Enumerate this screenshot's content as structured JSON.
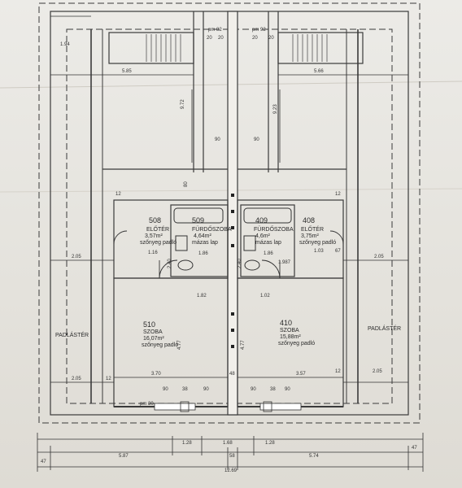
{
  "rooms": {
    "r508": {
      "number": "508",
      "name": "ELŐTÉR",
      "area": "3,57m²",
      "floor": "szőnyeg padló"
    },
    "r509": {
      "number": "509",
      "name": "FÜRDŐSZOBA",
      "area": "4,64m²",
      "floor": "mázas lap"
    },
    "r409": {
      "number": "409",
      "name": "FÜRDŐSZOBA",
      "area": "4,6m²",
      "floor": "mázas lap"
    },
    "r408": {
      "number": "408",
      "name": "ELŐTÉR",
      "area": "3,75m²",
      "floor": "szőnyeg padló"
    },
    "r510": {
      "number": "510",
      "name": "SZOBA",
      "area": "16,07m²",
      "floor": "szőnyeg padló"
    },
    "r410": {
      "number": "410",
      "name": "SZOBA",
      "area": "15,88m²",
      "floor": "szőnyeg padló"
    },
    "attic_left": {
      "name": "PADLÁSTÉR"
    },
    "attic_right": {
      "name": "PADLÁSTÉR"
    }
  },
  "dimensions": {
    "d_194": "1.94",
    "d_585": "5.85",
    "d_566": "5.66",
    "d_972": "9.72",
    "d_923": "9.23",
    "d_90a": "90",
    "d_90b": "90",
    "d_80": "80",
    "pm82": "pm 82",
    "pm92": "pm 92",
    "d_20a": "20",
    "d_20b": "20",
    "d_20c": "20",
    "d_20d": "20",
    "d_205a": "2.05",
    "d_205b": "2.05",
    "d_205c": "2.05",
    "d_205d": "2.05",
    "d_182": "1.82",
    "d_102": "1.02",
    "d_186a": "1.86",
    "d_186b": "1.86",
    "d_240a": "2.40",
    "d_240b": "2.40",
    "d_116": "1.16",
    "d_103": "1.03",
    "d_67": "67",
    "d_477a": "4.77",
    "d_477b": "4.77",
    "d_370": "3.70",
    "d_357": "3.57",
    "d_48": "48",
    "d_12a": "12",
    "d_12b": "12",
    "d_12c": "12",
    "d_12d": "12",
    "d_128a": "1.28",
    "d_128b": "1.28",
    "d_168": "1.68",
    "d_58": "58",
    "d_47a": "47",
    "d_47b": "47",
    "d_587": "5.87",
    "d_574": "5.74",
    "d_1269": "12.69",
    "pm30": "pm 30",
    "d_38a": "38",
    "d_38b": "38",
    "d_90c": "90",
    "d_90d": "90",
    "d_90e": "90",
    "d_90f": "90",
    "d_1987": "1.987"
  }
}
